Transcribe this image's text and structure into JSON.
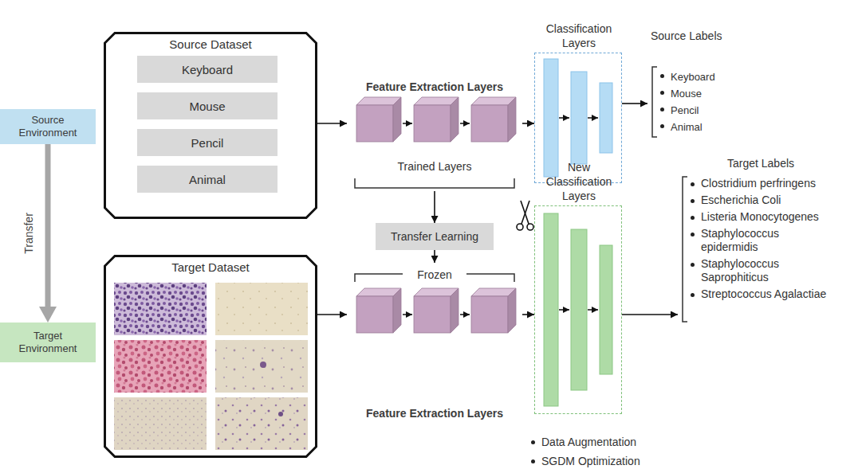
{
  "diagram": {
    "nodes": [
      {
        "text": [
          "Source Environment"
        ]
      },
      {
        "text": [
          "Target Environment"
        ]
      },
      {
        "text": [
          "Source Dataset"
        ]
      },
      {
        "text": [
          "Keyboard"
        ],
        "in": 2
      },
      {
        "text": [
          "Mouse"
        ],
        "in": 2
      },
      {
        "text": [
          "Pencil"
        ],
        "in": 2
      },
      {
        "text": [
          "Animal"
        ],
        "in": 2
      },
      {
        "text": [
          "Feature Extraction Layers",
          "Trained Layers"
        ]
      },
      {
        "text": [
          "Classification Layers"
        ]
      },
      {
        "text": [
          "Source Labels",
          "Keyboard",
          "Mouse",
          "Pencil",
          "Animal"
        ]
      },
      {
        "text": [
          "Transfer Learning"
        ]
      },
      {
        "text": [
          "Target Dataset"
        ]
      },
      {
        "text": [
          "Frozen",
          "Feature Extraction Layers"
        ]
      },
      {
        "text": [
          "New Classification Layers"
        ]
      },
      {
        "text": [
          "Target Labels",
          "Clostridium perfringens",
          "Escherichia Coli",
          "Listeria Monocytogenes",
          "Staphylococcus epidermidis",
          "Staphylococcus Saprophiticus",
          "Streptococcus Agalactiae"
        ]
      }
    ],
    "edges": [
      {
        "from": 0,
        "to": 1,
        "label": "Transfer",
        "arrow": "to"
      },
      {
        "from": 2,
        "to": 7,
        "arrow": "to"
      },
      {
        "from": 7,
        "to": 8,
        "arrow": "to"
      },
      {
        "from": 8,
        "to": 9,
        "arrow": "to"
      },
      {
        "from": 7,
        "to": 10,
        "arrow": "to"
      },
      {
        "from": 10,
        "to": 12,
        "arrow": "to"
      },
      {
        "from": 11,
        "to": 12,
        "arrow": "to"
      },
      {
        "from": 12,
        "to": 13,
        "arrow": "to"
      },
      {
        "from": 13,
        "to": 14,
        "arrow": "to"
      }
    ],
    "labels": [
      "Data Augmentation",
      "SGDM Optimization"
    ]
  }
}
